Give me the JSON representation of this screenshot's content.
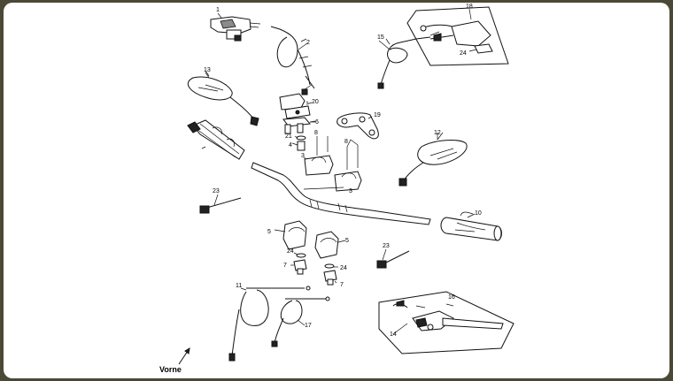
{
  "diagram": {
    "title": "Handlebar assembly – exploded view",
    "direction_label": "Vorne",
    "colors": {
      "frame_border": "#4b4836",
      "paper": "#ffffff",
      "ink": "#111111"
    },
    "part_numbers": {
      "p1": "1",
      "p2": "2",
      "p3a": "3",
      "p3b": "3",
      "p4": "4",
      "p5a": "5",
      "p5b": "5",
      "p6": "6",
      "p7a": "7",
      "p7b": "7",
      "p8a": "8",
      "p8b": "8",
      "p10": "10",
      "p11": "11",
      "p12": "12",
      "p13": "13",
      "p14": "14",
      "p15": "15",
      "p16": "16",
      "p17": "17",
      "p18": "18",
      "p19": "19",
      "p20": "20",
      "p21": "21",
      "p23a": "23",
      "p23b": "23",
      "p24a": "24",
      "p24b": "24",
      "p24c": "24"
    }
  }
}
